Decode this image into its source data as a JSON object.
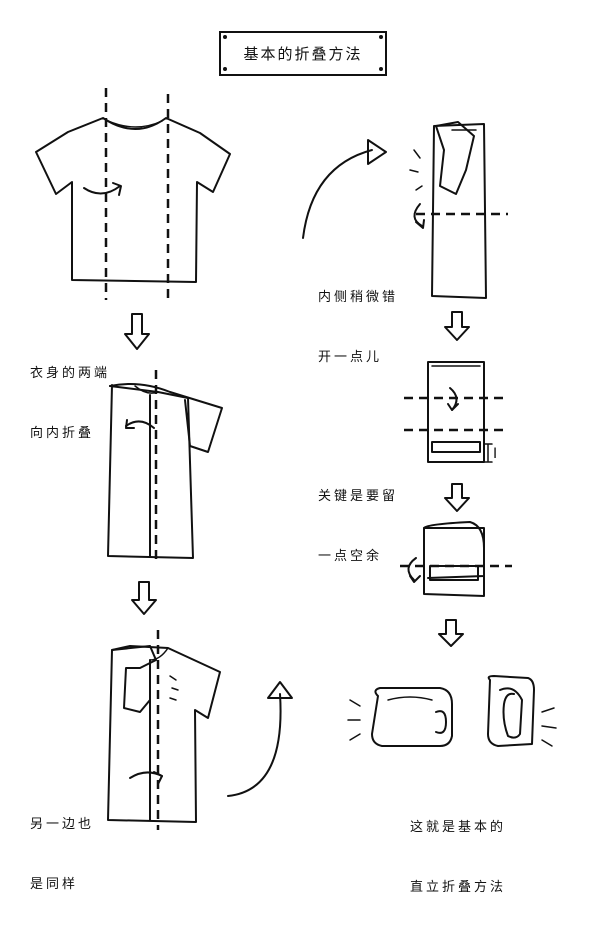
{
  "title": "基本的折叠方法",
  "steps": {
    "fold_sides": [
      "衣身的两端",
      "向内折叠"
    ],
    "other_side": [
      "另一边也",
      "是同样"
    ],
    "offset_inner": [
      "内侧稍微错",
      "开一点儿"
    ],
    "leave_space": [
      "关键是要留",
      "一点空余"
    ],
    "final": [
      "这就是基本的",
      "直立折叠方法"
    ]
  },
  "mark_I": "I"
}
